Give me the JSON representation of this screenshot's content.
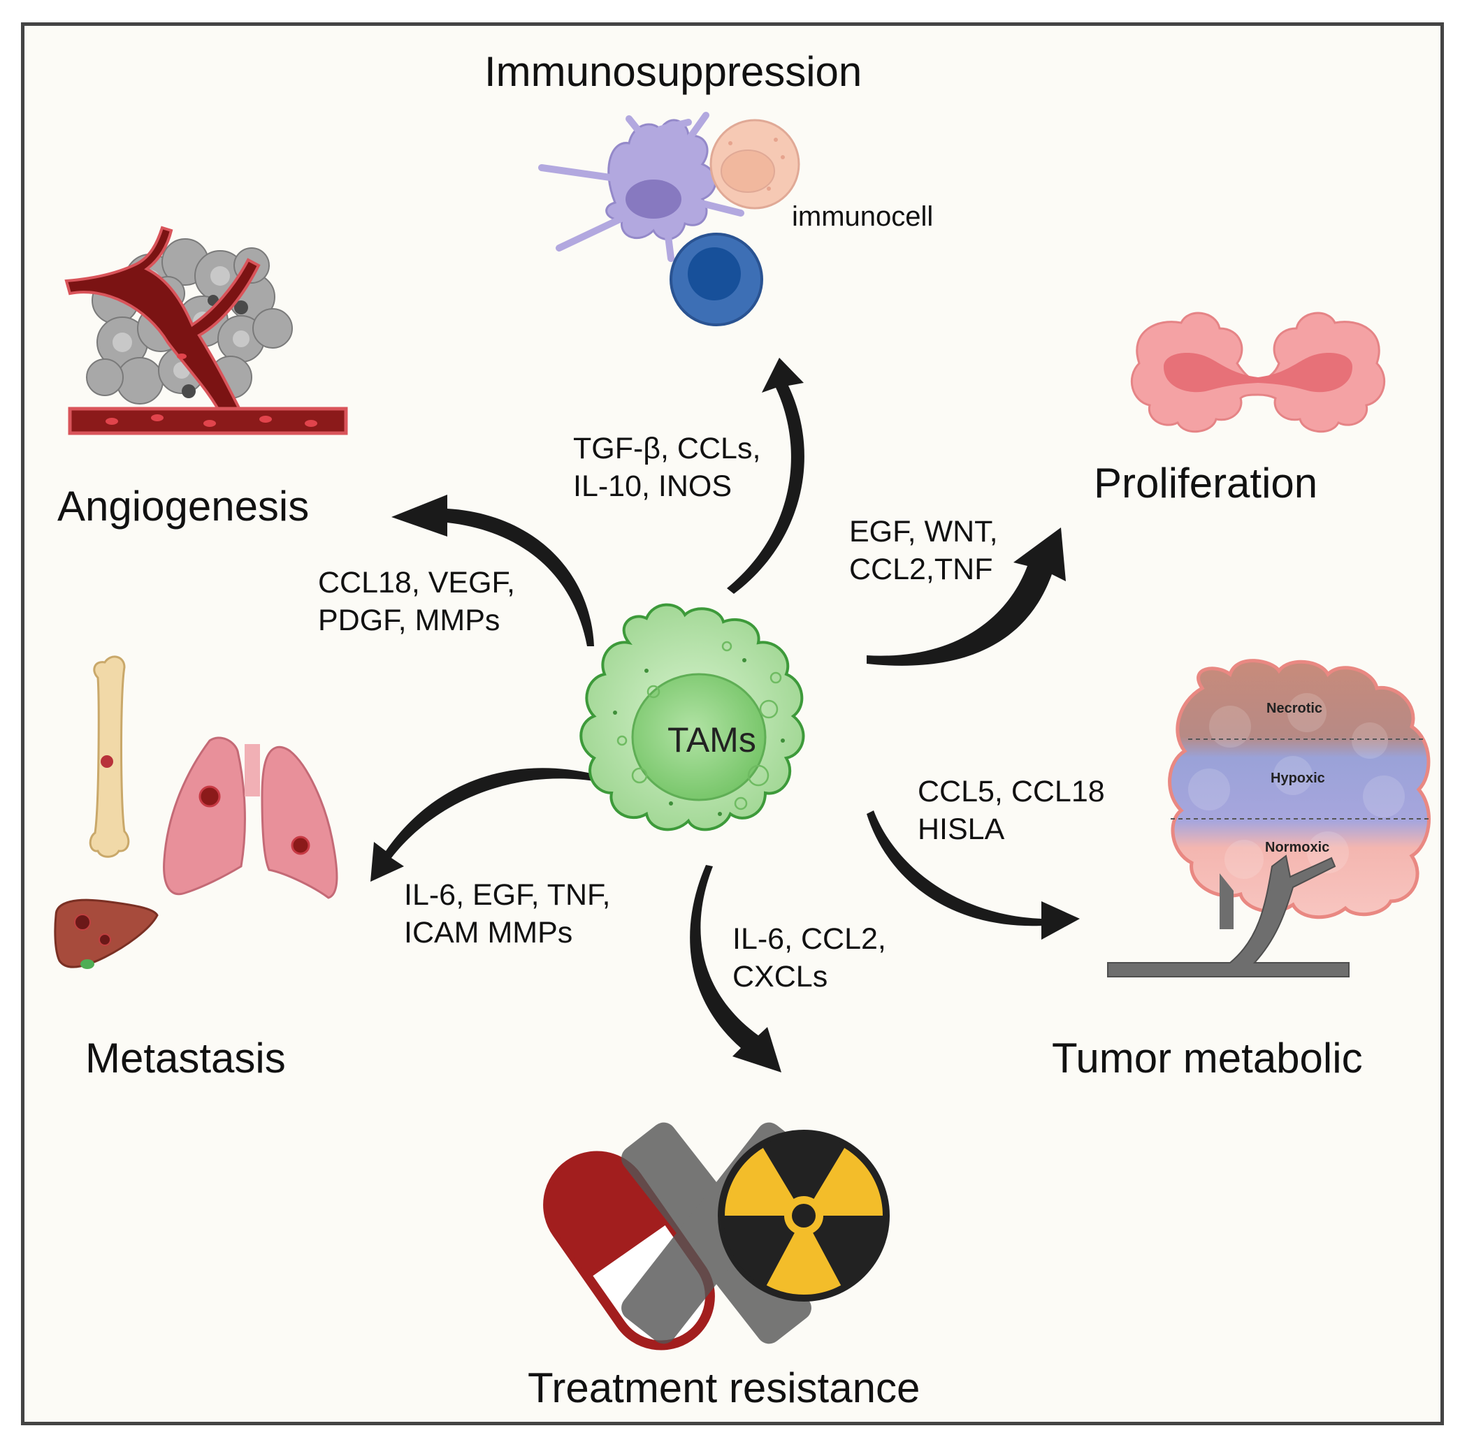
{
  "center": {
    "label": "TAMs"
  },
  "outcomes": {
    "immunosuppression": "Immunosuppression",
    "angiogenesis": "Angiogenesis",
    "proliferation": "Proliferation",
    "metastasis": "Metastasis",
    "tumor_metabolic": "Tumor metabolic",
    "treatment_resistance": "Treatment resistance"
  },
  "factors": {
    "immunosuppression": [
      "TGF-β, CCLs,",
      "IL-10, INOS"
    ],
    "angiogenesis": [
      "CCL18, VEGF,",
      "PDGF, MMPs"
    ],
    "proliferation": [
      "EGF, WNT,",
      "CCL2,TNF"
    ],
    "metastasis": [
      "IL-6, EGF, TNF,",
      "ICAM MMPs"
    ],
    "tumor_metabolic": [
      "CCL5, CCL18",
      "HISLA"
    ],
    "treatment_resistance": [
      "IL-6, CCL2,",
      "CXCLs"
    ]
  },
  "immunocell_label": "immunocell",
  "tumor_zones": [
    "Necrotic",
    "Hypoxic",
    "Normoxic"
  ],
  "colors": {
    "tam_green": "#a6dc9a",
    "arrow": "#1a1a1a",
    "vessel_red": "#8b1a1a",
    "organ_pink": "#e8909a",
    "radiation_yellow": "#f3bd2a",
    "pill_red": "#a21e1e"
  }
}
